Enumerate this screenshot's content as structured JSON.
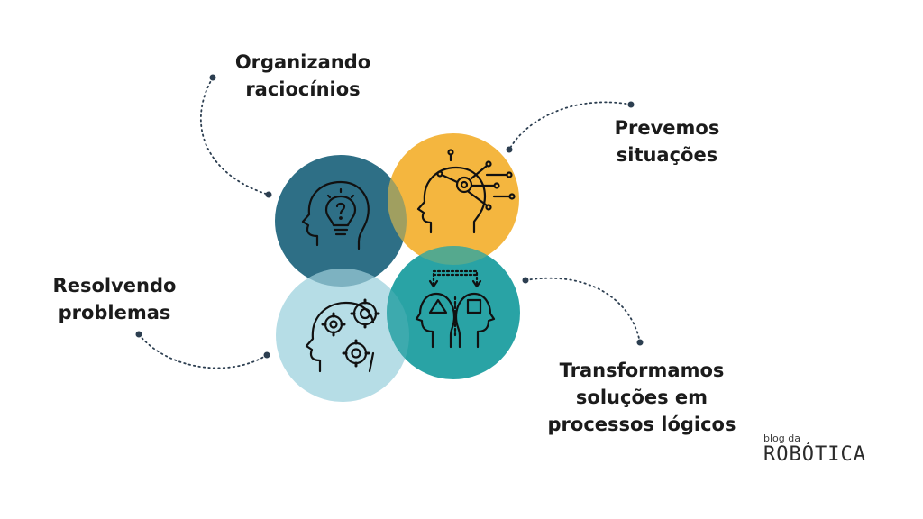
{
  "labels": {
    "organizing": [
      "Organizando",
      "raciocínios"
    ],
    "predicting": [
      "Prevemos",
      "situações"
    ],
    "solving": [
      "Resolvendo",
      "problemas"
    ],
    "transforming": [
      "Transformamos",
      "soluções em",
      "processos lógicos"
    ]
  },
  "logo": {
    "small": "blog da",
    "big": "ROBÓTICA"
  },
  "colors": {
    "teal_dark": "#2E6F86",
    "yellow": "#F4B63F",
    "light_blue": "#B6DDE6",
    "teal": "#29A3A5",
    "dots": "#2C3E50",
    "icon": "#111111"
  },
  "icons": [
    "head-lightbulb-question-icon",
    "head-circuit-icon",
    "head-gears-icon",
    "two-heads-shapes-icon"
  ]
}
